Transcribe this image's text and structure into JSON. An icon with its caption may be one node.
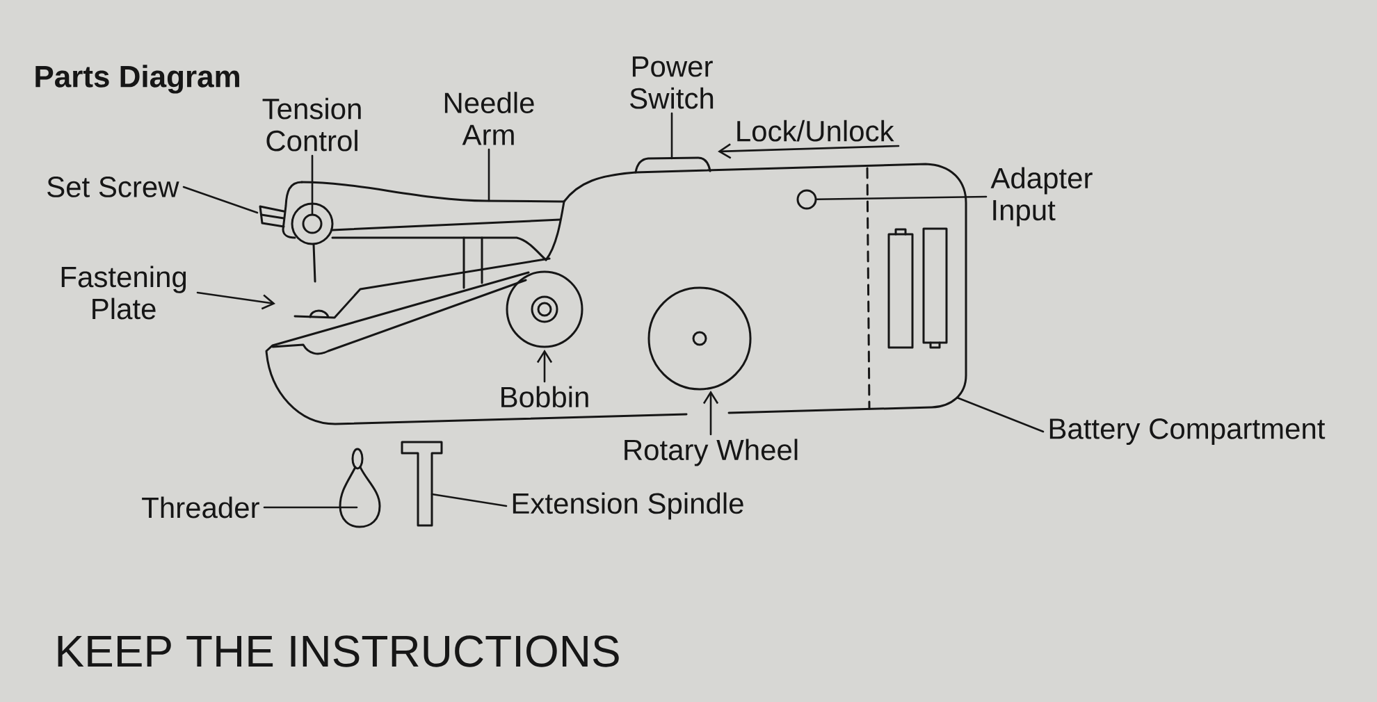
{
  "diagram": {
    "title": "Parts Diagram",
    "nodes": [
      {
        "text": [
          "Tension Control"
        ]
      },
      {
        "text": [
          "Needle Arm"
        ]
      },
      {
        "text": [
          "Power Switch"
        ]
      },
      {
        "text": [
          "Lock/Unlock"
        ]
      },
      {
        "text": [
          "Set Screw"
        ]
      },
      {
        "text": [
          "Adapter Input"
        ]
      },
      {
        "text": [
          "Fastening Plate"
        ]
      },
      {
        "text": [
          "Bobbin"
        ]
      },
      {
        "text": [
          "Rotary Wheel"
        ]
      },
      {
        "text": [
          "Battery Compartment"
        ]
      },
      {
        "text": [
          "Threader"
        ]
      },
      {
        "text": [
          "Extension Spindle"
        ]
      },
      {
        "text": [],
        "shape": "circle"
      },
      {
        "text": [],
        "shape": "circle"
      }
    ],
    "edges": [
      {
        "from": 0,
        "to": 12,
        "arrow": "none"
      },
      {
        "from": 1,
        "to": null,
        "arrow": "none"
      },
      {
        "from": 2,
        "to": null,
        "arrow": "none"
      },
      {
        "from": 3,
        "to": null,
        "arrow": "to"
      },
      {
        "from": 4,
        "to": null,
        "arrow": "none"
      },
      {
        "from": 5,
        "to": 13,
        "arrow": "none"
      },
      {
        "from": 6,
        "to": null,
        "arrow": "to"
      },
      {
        "from": 7,
        "to": null,
        "arrow": "to"
      },
      {
        "from": 8,
        "to": null,
        "arrow": "to"
      },
      {
        "from": 9,
        "to": null,
        "arrow": "none"
      },
      {
        "from": 10,
        "to": null,
        "arrow": "none"
      },
      {
        "from": 11,
        "to": null,
        "arrow": "none"
      }
    ],
    "labels": [
      "KEEP THE INSTRUCTIONS"
    ]
  }
}
